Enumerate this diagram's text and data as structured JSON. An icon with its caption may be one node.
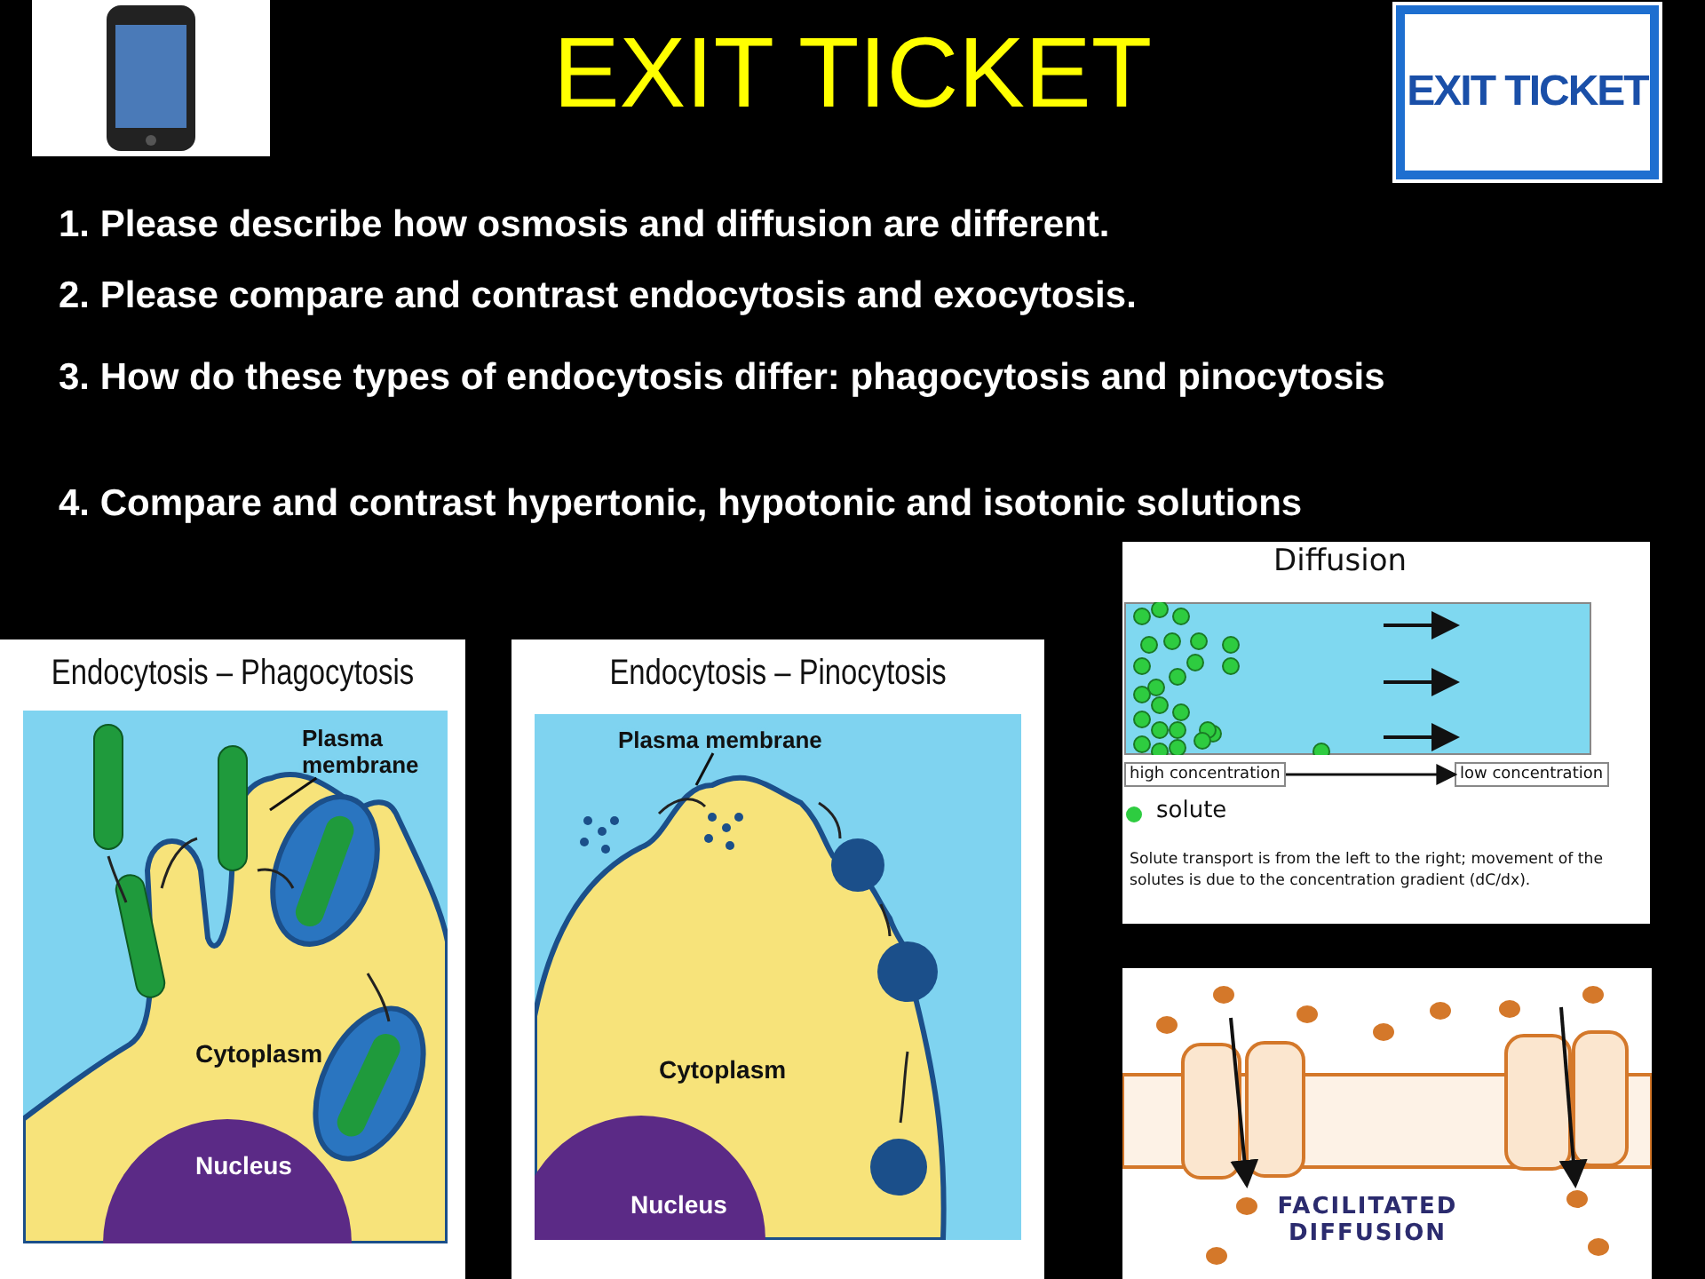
{
  "diagram": {
    "title": "EXIT TICKET",
    "nodes": [
      {
        "text": [
          "high concentration"
        ]
      },
      {
        "text": [
          "low concentration"
        ]
      },
      {
        "text": [
          "Plasma membrane"
        ]
      },
      {
        "text": [
          "Plasma membrane"
        ]
      }
    ],
    "edges": [
      {
        "from": 0,
        "to": 1,
        "arrow": "to"
      },
      {
        "from": 2,
        "to": null,
        "arrow": "none"
      },
      {
        "from": 3,
        "to": null,
        "arrow": "none"
      }
    ],
    "labels": [
      "EXIT TICKET",
      "1.  Please describe how osmosis and diffusion are different.",
      "2.  Please compare and contrast endocytosis and exocytosis.",
      "3.  How do these types of endocytosis differ:  phagocytosis and pinocytosis",
      "4.  Compare and contrast hypertonic, hypotonic and isotonic solutions",
      "Endocytosis – Phagocytosis",
      "Cytoplasm",
      "Nucleus",
      "Endocytosis – Pinocytosis",
      "Cytoplasm",
      "Nucleus",
      "Diffusion",
      "Solute transport is from the left to the right; movement of the solutes is due to the concentration gradient (dC/dx).",
      "FACILITATED DIFFUSION"
    ],
    "legend": [
      {
        "text": "solute",
        "color": "#2ecc40"
      }
    ]
  }
}
